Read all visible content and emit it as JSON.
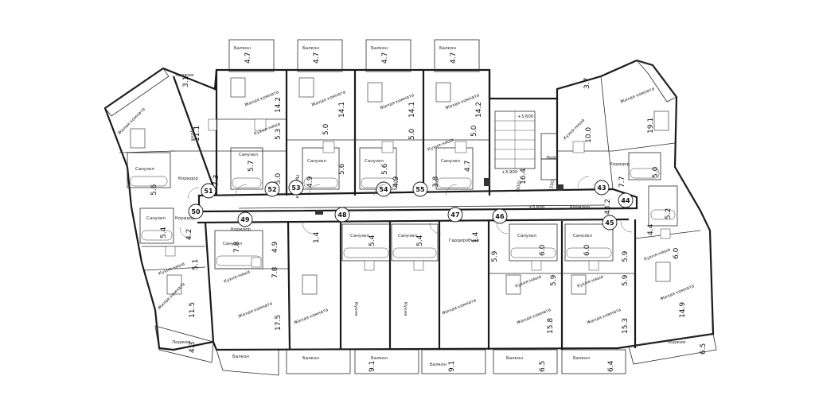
{
  "labels": {
    "living_room": "Жилая комната",
    "kitchen_niche": "Кухня-ниша",
    "kitchen": "Кухня",
    "bathroom": "Санузел",
    "corridor": "Коридор",
    "hallway": "Прихожая",
    "wardrobe": "Гардеробная",
    "balcony": "Балкон",
    "loggia": "Лоджия",
    "lift": "Лифт"
  },
  "levels": [
    "+3,600",
    "+3,900",
    "+3,600"
  ],
  "units": [
    {
      "id": "49",
      "areas": [
        "7.8",
        "4.9",
        "7.8",
        "17.5"
      ]
    },
    {
      "id": "50",
      "areas": [
        "5.6",
        "5.4",
        "4.2"
      ]
    },
    {
      "id": "51",
      "areas": [
        "7.3",
        "5.1",
        "11.5",
        "4.3",
        "11.1",
        "3.1"
      ]
    },
    {
      "id": "52",
      "areas": [
        "5.7",
        "5.0",
        "14.2",
        "5.3",
        "4.7"
      ]
    },
    {
      "id": "53",
      "areas": [
        "5.0",
        "5.6",
        "4.9",
        "14.1",
        "4.7"
      ]
    },
    {
      "id": "54",
      "areas": [
        "5.6",
        "4.9",
        "14.1",
        "5.0",
        "4.7"
      ]
    },
    {
      "id": "55",
      "areas": [
        "3.8",
        "4.7",
        "5.0",
        "14.2",
        "4.7"
      ]
    },
    {
      "id": "48",
      "areas": [
        "1.4",
        "5.4",
        "5.4",
        "9.1"
      ]
    },
    {
      "id": "47",
      "areas": [
        "1.4",
        "9.1"
      ]
    },
    {
      "id": "46",
      "areas": [
        "5.9",
        "6.0",
        "5.9",
        "15.8",
        "6.5"
      ]
    },
    {
      "id": "45",
      "areas": [
        "6.0",
        "5.9",
        "5.9",
        "15.3",
        "6.4"
      ]
    },
    {
      "id": "44",
      "areas": [
        "4.4",
        "5.2",
        "6.0",
        "14.9",
        "6.5"
      ]
    },
    {
      "id": "43",
      "areas": [
        "7.7",
        "5.0",
        "19.1",
        "10.0",
        "3.7"
      ]
    }
  ],
  "core": {
    "stair": "16.4",
    "corridor": "43.2",
    "marks": [
      "(500)",
      "(330)"
    ]
  },
  "corridor_label": "Коридор"
}
